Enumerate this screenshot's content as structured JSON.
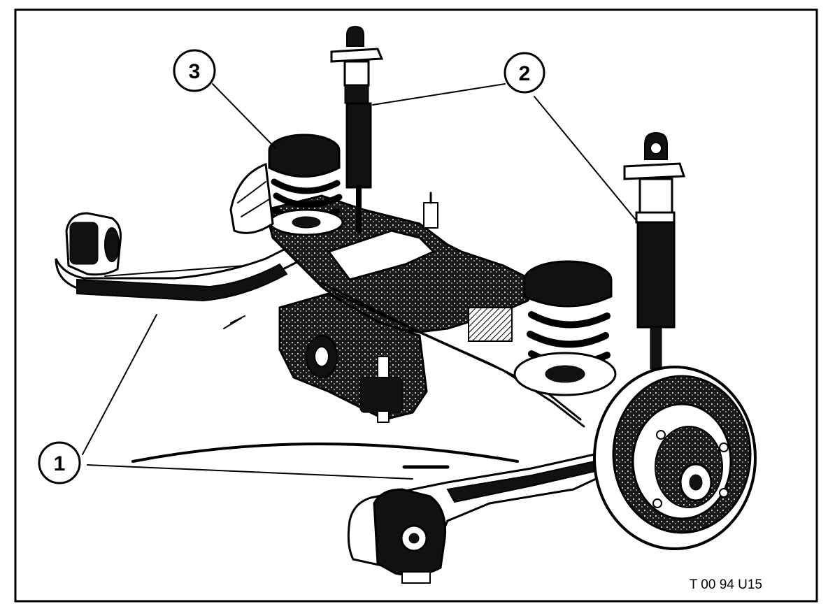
{
  "callouts": [
    {
      "label": "1"
    },
    {
      "label": "2"
    },
    {
      "label": "3"
    }
  ],
  "figure_code": "T 00 94 U15"
}
